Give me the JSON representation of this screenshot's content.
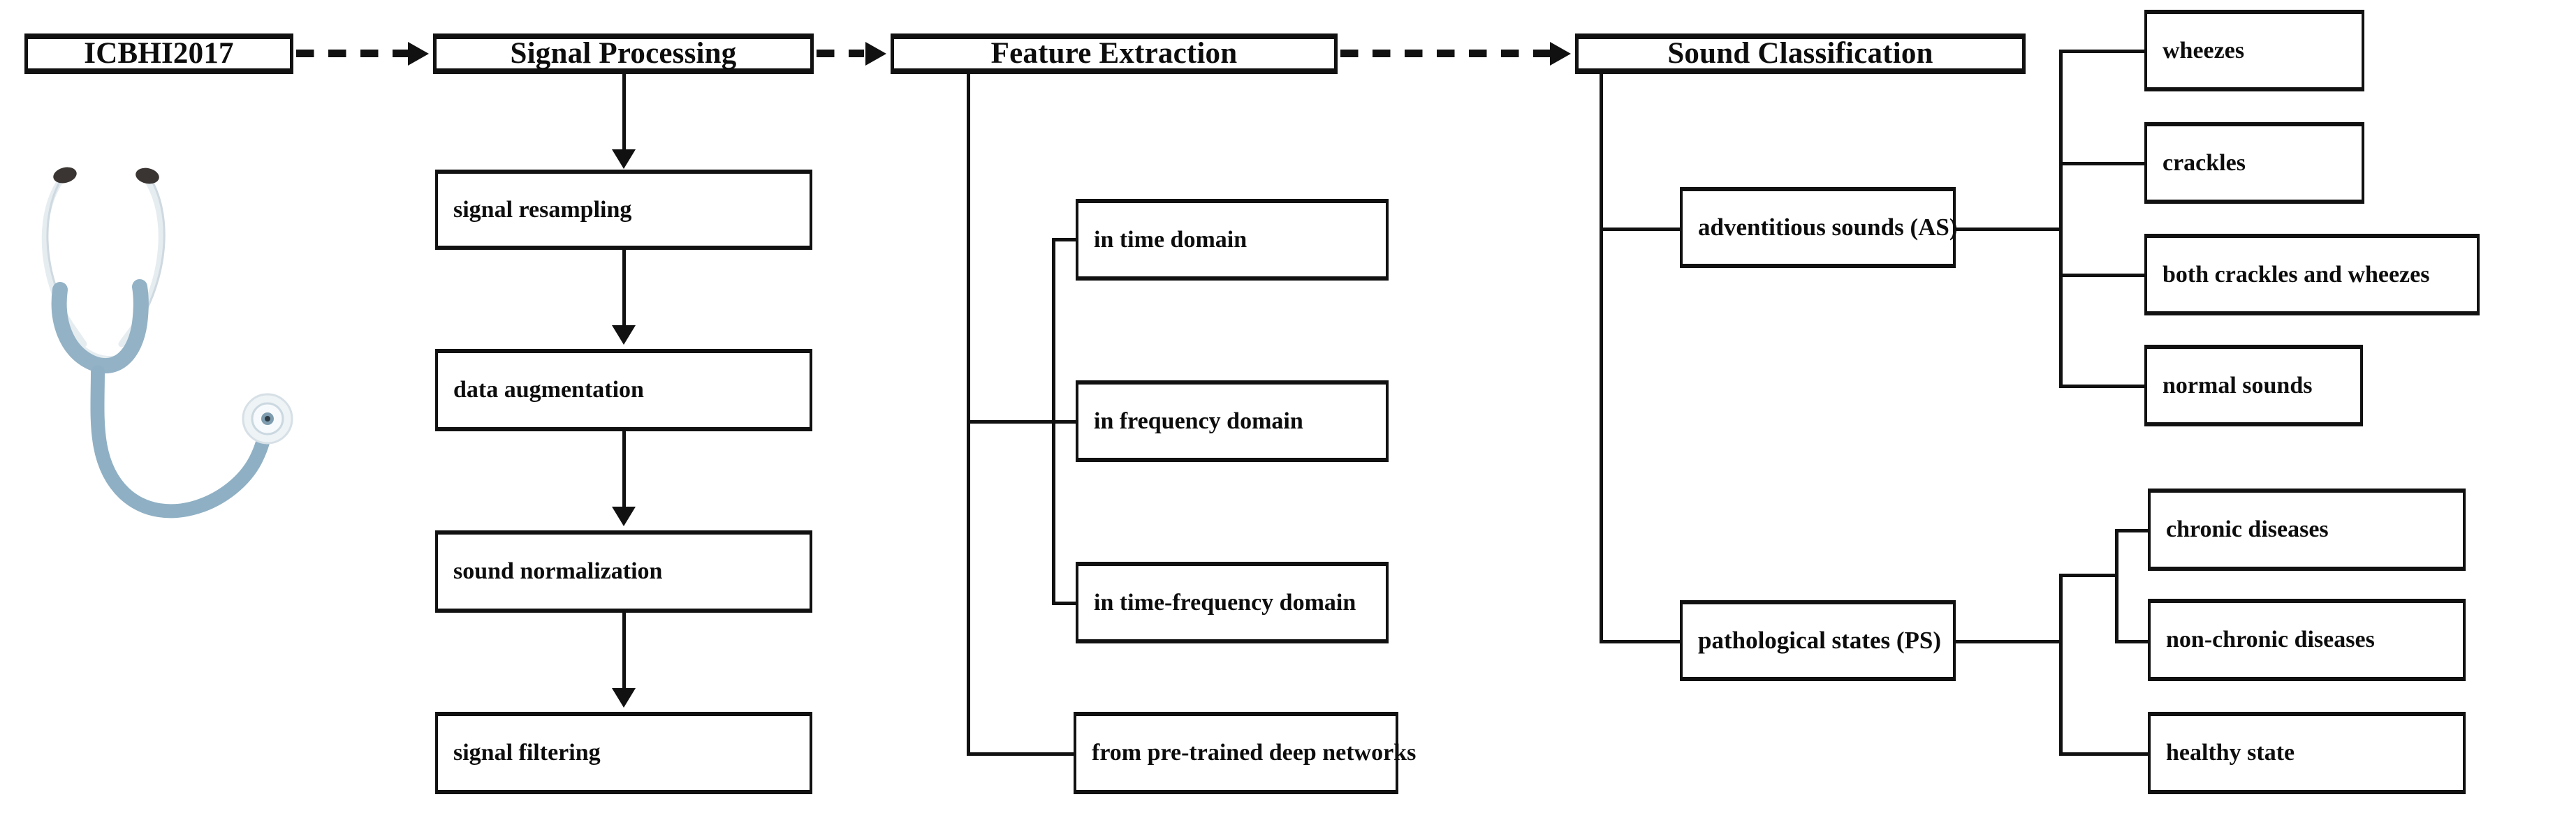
{
  "diagram": {
    "title": "Respiratory sound analysis pipeline",
    "colors": {
      "line": "#111111",
      "box_border": "#111111",
      "box_fill": "#ffffff",
      "background": "#ffffff",
      "stethoscope_tube": "#8fb0c4",
      "stethoscope_headband": "#e8eef2",
      "stethoscope_eartip": "#3a3532",
      "stethoscope_chestpiece": "#eef3f6",
      "watermark": "#d9d9d9"
    },
    "stages": [
      {
        "id": "dataset",
        "label": "ICBHI2017"
      },
      {
        "id": "signal",
        "label": "Signal Processing"
      },
      {
        "id": "feature",
        "label": "Feature Extraction"
      },
      {
        "id": "classification",
        "label": "Sound Classification"
      }
    ],
    "signal_processing_steps": [
      {
        "label": "signal resampling"
      },
      {
        "label": "data augmentation"
      },
      {
        "label": "sound normalization"
      },
      {
        "label": "signal filtering"
      }
    ],
    "feature_extraction_types": [
      {
        "label": "in time domain"
      },
      {
        "label": "in frequency domain"
      },
      {
        "label": "in time-frequency domain"
      },
      {
        "label": "from pre-trained deep networks"
      }
    ],
    "classification_groups": [
      {
        "label": "adventitious sounds (AS)",
        "classes": [
          {
            "label": "wheezes"
          },
          {
            "label": "crackles"
          },
          {
            "label": "both crackles and wheezes"
          },
          {
            "label": "normal sounds"
          }
        ]
      },
      {
        "label": "pathological states (PS)",
        "classes": [
          {
            "label": "chronic diseases"
          },
          {
            "label": "non-chronic diseases"
          },
          {
            "label": "healthy state"
          }
        ]
      }
    ],
    "icons": {
      "stethoscope": "stethoscope-illustration",
      "flow_arrow": "arrow-right-icon",
      "step_arrow": "arrow-down-icon"
    },
    "watermark": ""
  }
}
